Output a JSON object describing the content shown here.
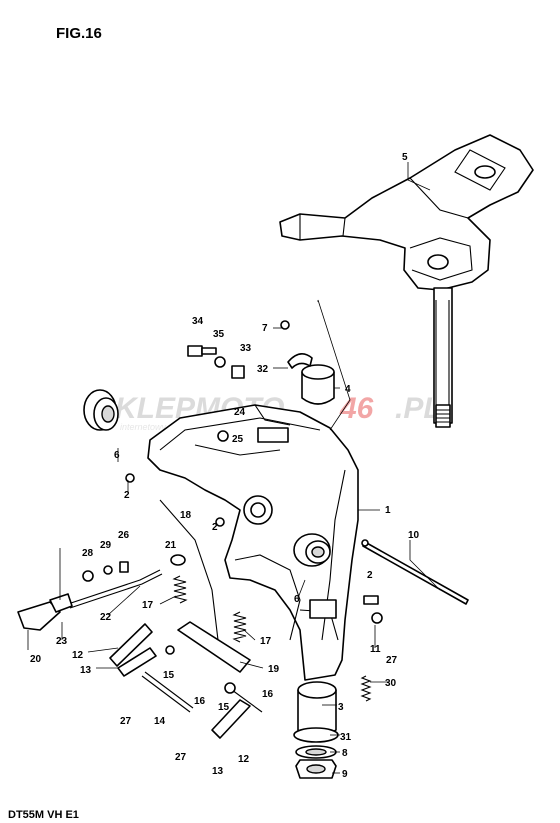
{
  "figure": {
    "title": "FIG.16",
    "model": "DT55M VH E1"
  },
  "watermark": {
    "main_left": "SKLEPMOTO",
    "main_right": "46",
    "suffix": ".PL",
    "sub": "internetowy sklep motorowy"
  },
  "part_labels": {
    "p1": "1",
    "p2a": "2",
    "p2b": "2",
    "p2c": "2",
    "p3": "3",
    "p4": "4",
    "p5": "5",
    "p6a": "6",
    "p6b": "6",
    "p7": "7",
    "p8": "8",
    "p9": "9",
    "p10": "10",
    "p11": "11",
    "p12a": "12",
    "p12b": "12",
    "p13a": "13",
    "p13b": "13",
    "p14": "14",
    "p15a": "15",
    "p15b": "15",
    "p16a": "16",
    "p16b": "16",
    "p17a": "17",
    "p17b": "17",
    "p18": "18",
    "p19": "19",
    "p20": "20",
    "p21": "21",
    "p22": "22",
    "p23": "23",
    "p24": "24",
    "p25": "25",
    "p26": "26",
    "p27a": "27",
    "p27b": "27",
    "p27c": "27",
    "p28": "28",
    "p29": "29",
    "p30": "30",
    "p31": "31",
    "p32": "32",
    "p33": "33",
    "p34": "34",
    "p35": "35"
  }
}
